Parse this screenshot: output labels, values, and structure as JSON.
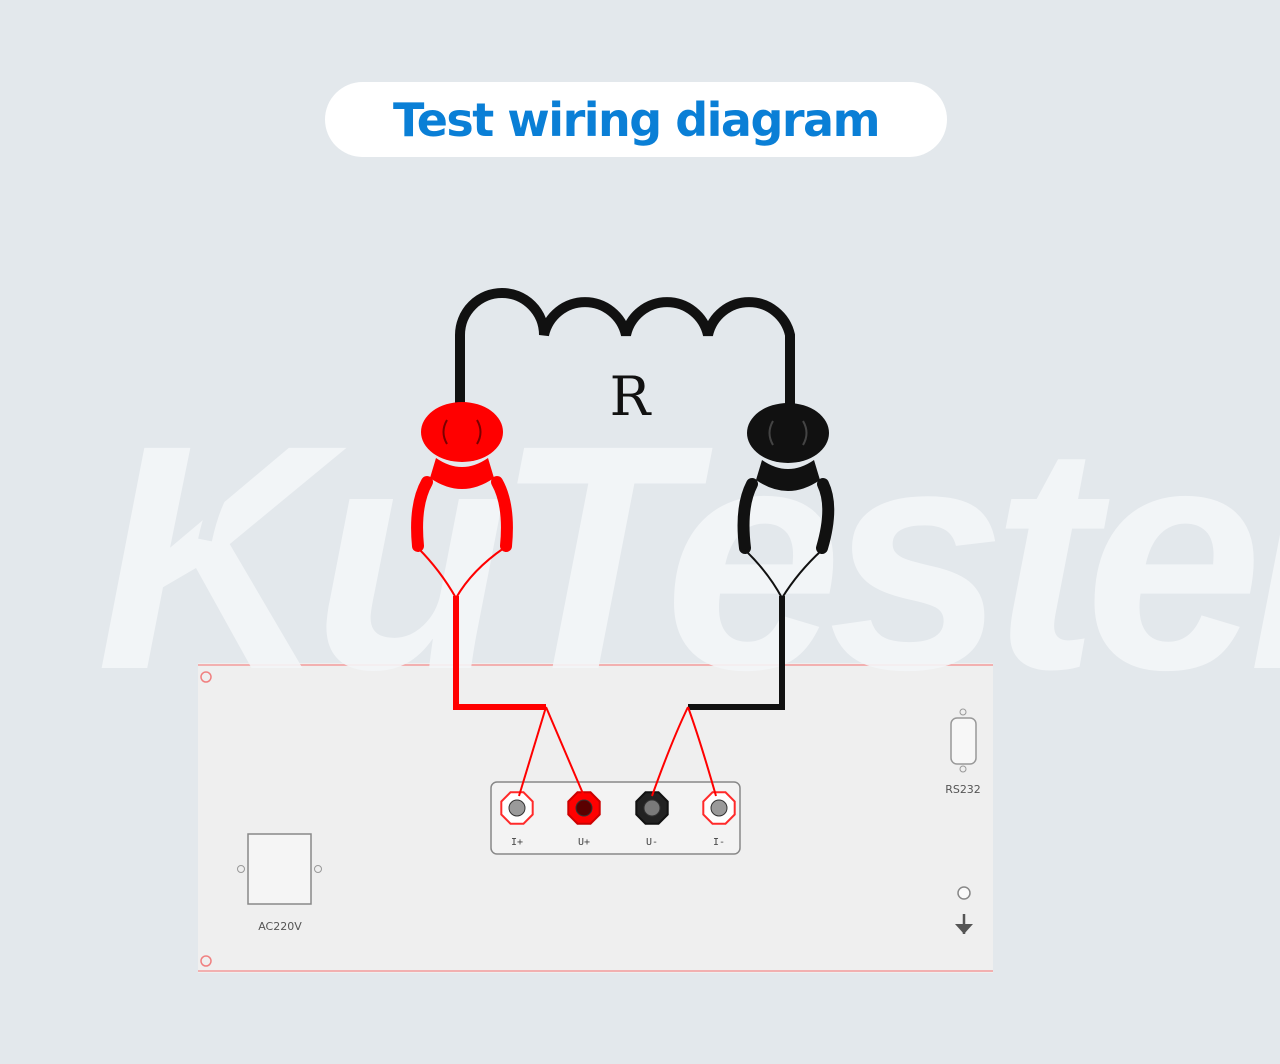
{
  "title": "Test wiring diagram",
  "watermark": "KuTester",
  "resistor_label": "R",
  "panel": {
    "terminals": [
      {
        "label": "I+",
        "style": "white"
      },
      {
        "label": "U+",
        "style": "red"
      },
      {
        "label": "U-",
        "style": "black"
      },
      {
        "label": "I-",
        "style": "white"
      }
    ],
    "power_label": "AC220V",
    "serial_label": "RS232",
    "ground_icon": "ground-arrow-icon"
  },
  "colors": {
    "title": "#0a7fd6",
    "red_wire": "#ff0000",
    "black_wire": "#111111",
    "panel": "#efefef",
    "panel_border": "#f2b0b0",
    "watermark": "#f4f6f8"
  }
}
